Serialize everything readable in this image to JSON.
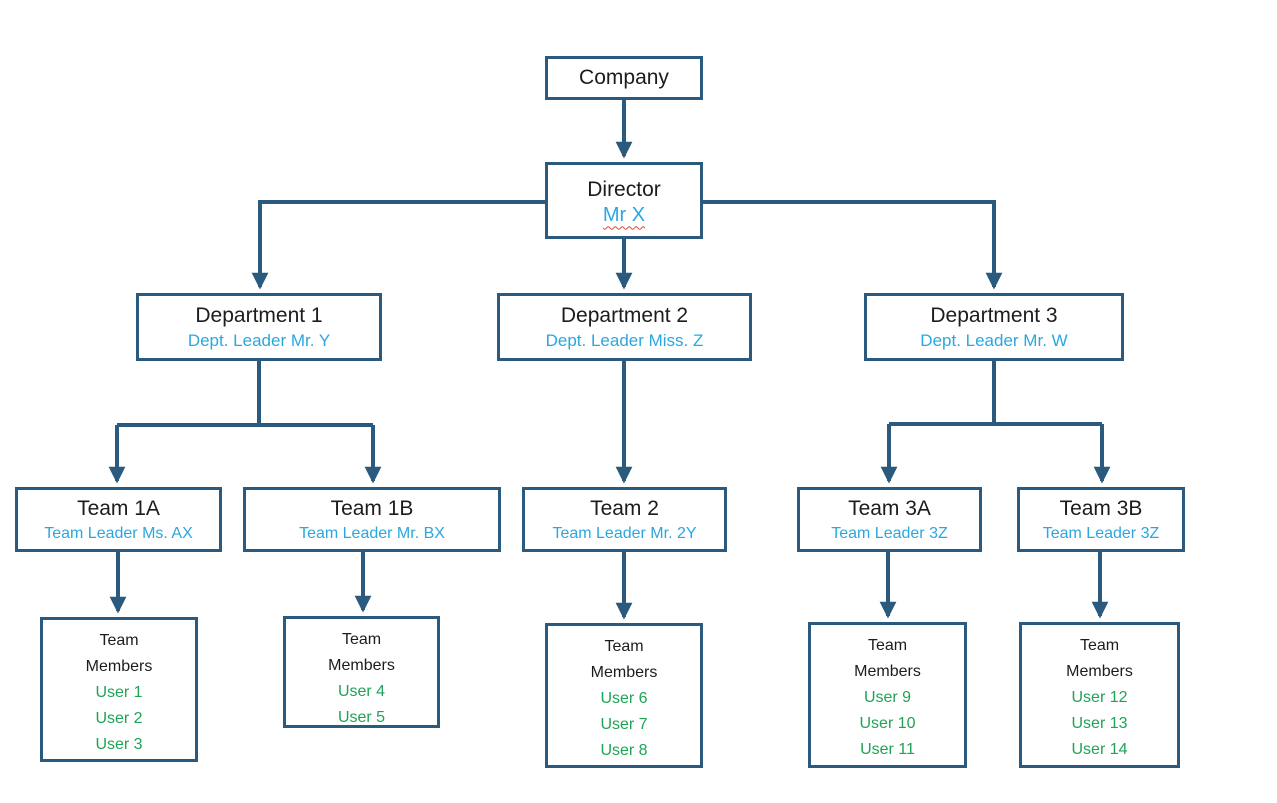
{
  "colors": {
    "line": "#2A5A7E",
    "accent_blue": "#2AA7E0",
    "user_green": "#1FA356",
    "text": "#1c1c1c",
    "squiggle_red": "#e0452f"
  },
  "nodes": {
    "company": {
      "label": "Company"
    },
    "director": {
      "label": "Director",
      "person": "Mr X"
    },
    "departments": [
      {
        "label": "Department 1",
        "leader": "Dept. Leader Mr. Y"
      },
      {
        "label": "Department 2",
        "leader": "Dept. Leader Miss. Z"
      },
      {
        "label": "Department 3",
        "leader": "Dept. Leader Mr. W"
      }
    ],
    "teams": [
      {
        "label": "Team 1A",
        "leader": "Team Leader Ms. AX"
      },
      {
        "label": "Team 1B",
        "leader": "Team Leader Mr. BX"
      },
      {
        "label": "Team 2",
        "leader": "Team Leader Mr. 2Y"
      },
      {
        "label": "Team 3A",
        "leader": "Team Leader 3Z"
      },
      {
        "label": "Team 3B",
        "leader": "Team Leader 3Z"
      }
    ],
    "member_groups": [
      {
        "heading": "Team\nMembers",
        "users": [
          "User 1",
          "User 2",
          "User 3"
        ]
      },
      {
        "heading": "Team\nMembers",
        "users": [
          "User 4",
          "User 5"
        ]
      },
      {
        "heading": "Team\nMembers",
        "users": [
          "User 6",
          "User 7",
          "User 8"
        ]
      },
      {
        "heading": "Team\nMembers",
        "users": [
          "User 9",
          "User 10",
          "User 11"
        ]
      },
      {
        "heading": "Team\nMembers",
        "users": [
          "User 12",
          "User 13",
          "User 14"
        ]
      }
    ]
  }
}
